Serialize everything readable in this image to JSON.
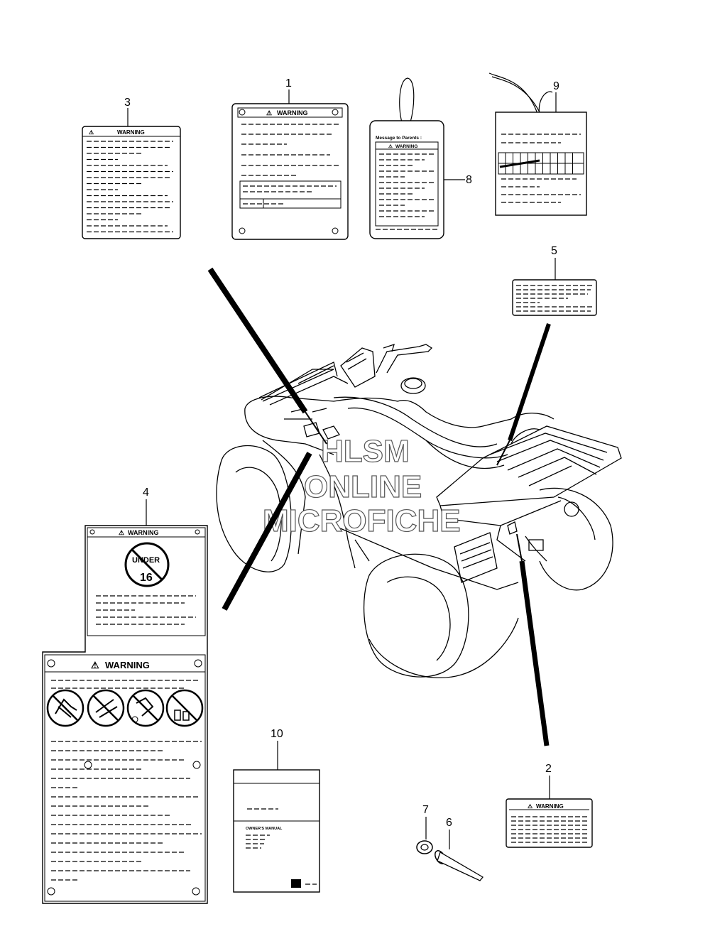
{
  "callouts": {
    "c1": "1",
    "c2": "2",
    "c3": "3",
    "c4": "4",
    "c5": "5",
    "c6": "6",
    "c7": "7",
    "c8": "8",
    "c9": "9",
    "c10": "10"
  },
  "labels": {
    "warning": "WARNING",
    "message_to_parents": "Message to Parents :",
    "under": "UNDER",
    "age": "16",
    "owners_manual": "OWNER'S MANUAL"
  },
  "watermark": {
    "line1": "HLSM",
    "line2": "ONLINE",
    "line3": "MICROFICHE"
  }
}
